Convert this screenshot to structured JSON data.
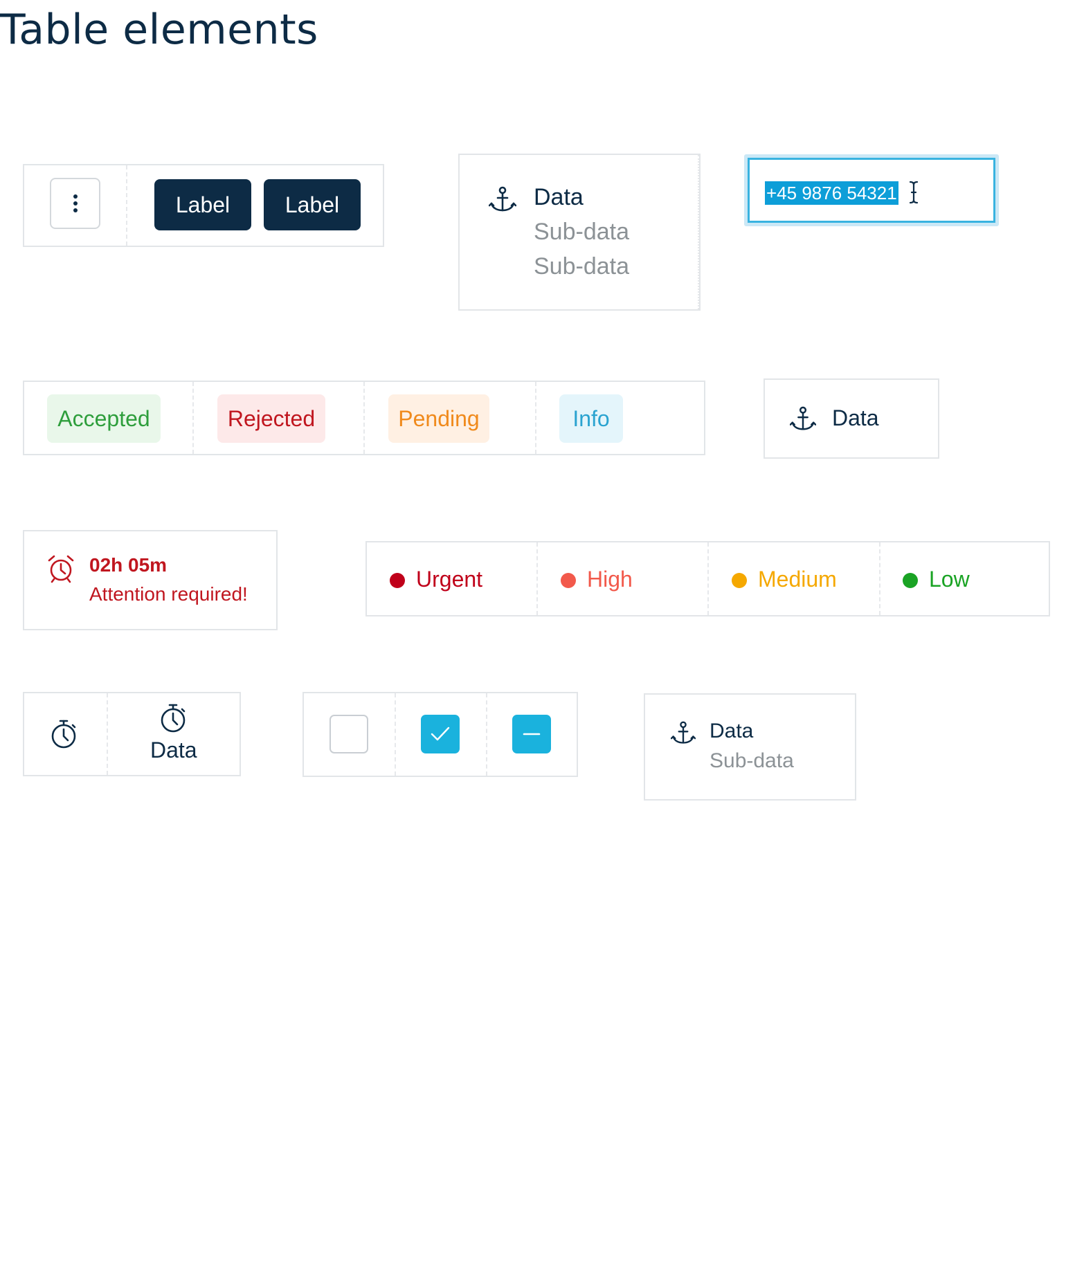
{
  "page": {
    "title": "Table elements"
  },
  "actions_cell": {
    "buttons": [
      {
        "label": "Label"
      },
      {
        "label": "Label"
      }
    ]
  },
  "data_cell_multi": {
    "data": "Data",
    "sub1": "Sub-data",
    "sub2": "Sub-data"
  },
  "phone_input": {
    "value": "+45 9876 54321"
  },
  "status_tags": [
    {
      "label": "Accepted",
      "color": "#2e9e3c",
      "bg": "#e9f7ea"
    },
    {
      "label": "Rejected",
      "color": "#c0161f",
      "bg": "#fde9e9"
    },
    {
      "label": "Pending",
      "color": "#f08a1c",
      "bg": "#fff0e3"
    },
    {
      "label": "Info",
      "color": "#2aa3d0",
      "bg": "#e4f5fb"
    }
  ],
  "data_cell_single": {
    "data": "Data"
  },
  "alert_cell": {
    "time": "02h 05m",
    "message": "Attention required!",
    "color": "#c0161f"
  },
  "priority": [
    {
      "label": "Urgent",
      "color": "#c0001a"
    },
    {
      "label": "High",
      "color": "#f2594b"
    },
    {
      "label": "Medium",
      "color": "#f5a800"
    },
    {
      "label": "Low",
      "color": "#1aa324"
    }
  ],
  "timer_cell": {
    "data": "Data"
  },
  "checkboxes": {
    "states": [
      "unchecked",
      "checked",
      "indeterminate"
    ],
    "accent": "#1ab2dd"
  },
  "data_cell_two": {
    "data": "Data",
    "sub": "Sub-data"
  }
}
